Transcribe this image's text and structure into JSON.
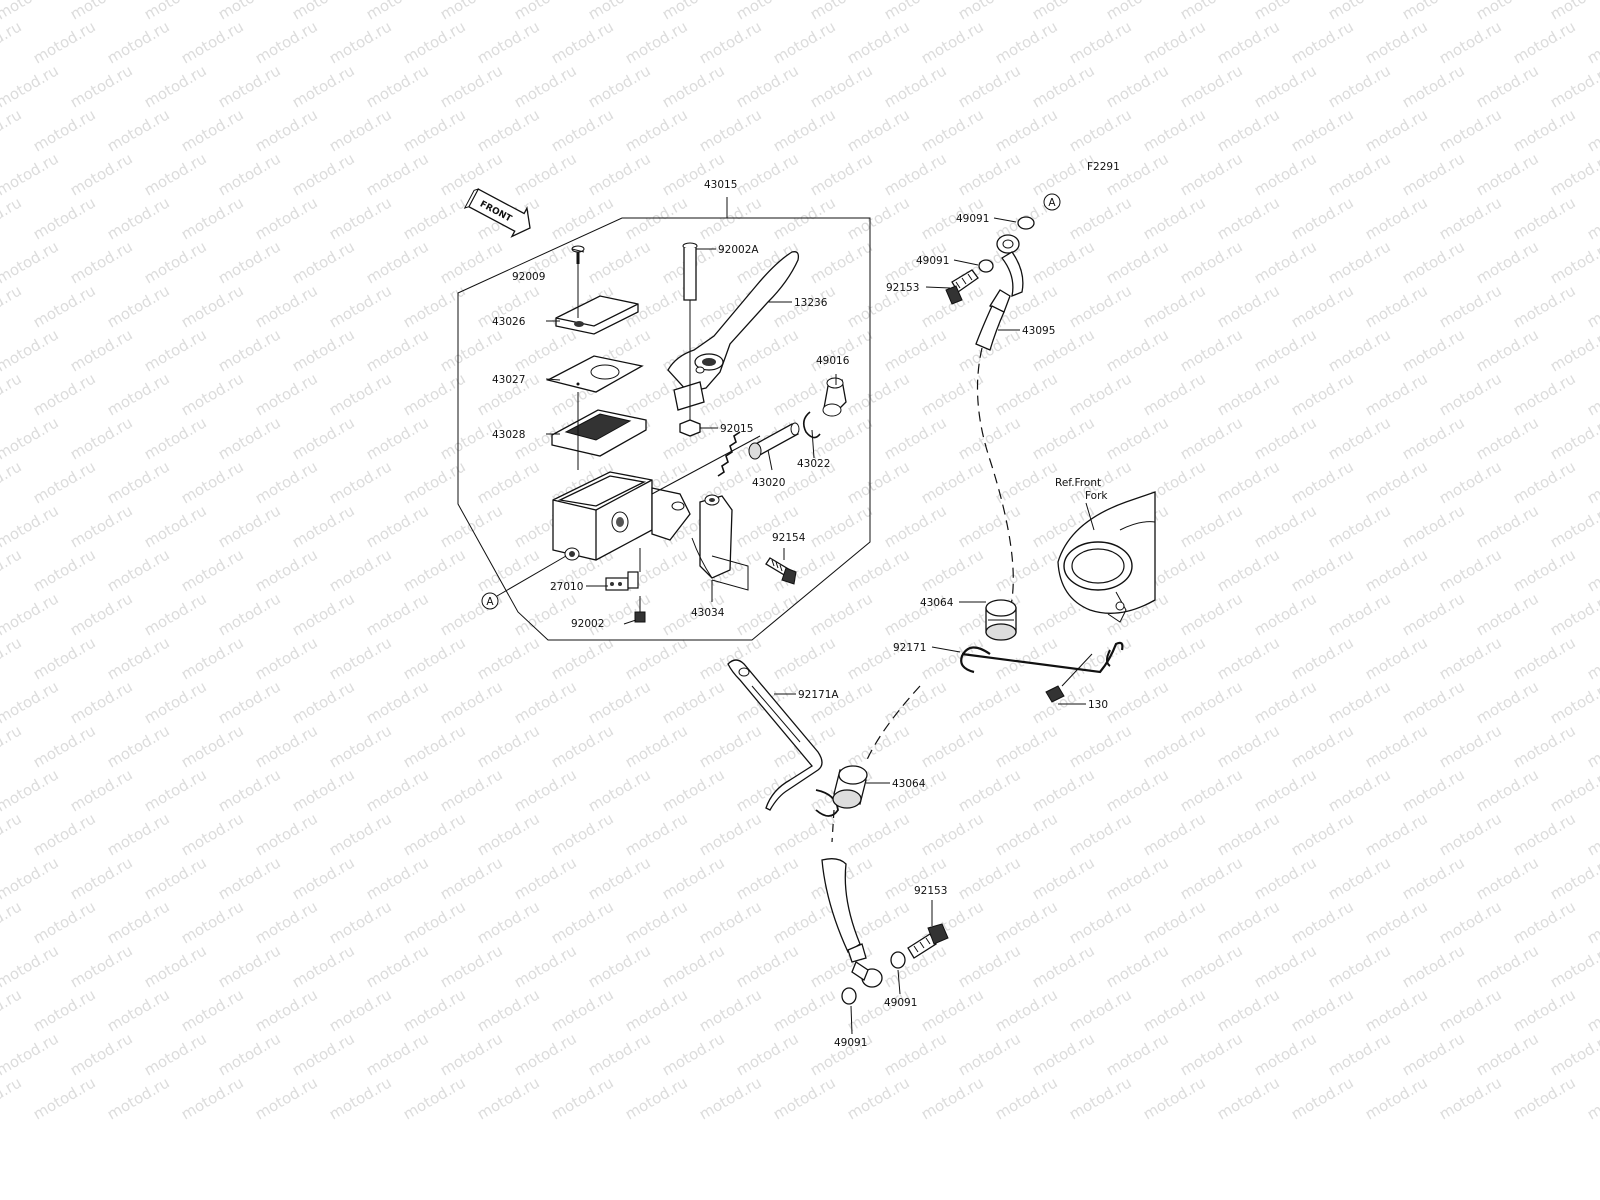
{
  "watermark": "motod.ru",
  "figure_code": "F2291",
  "front_arrow_label": "FRONT",
  "reference_text": [
    "Ref.Front",
    "Fork"
  ],
  "connector_marker": "A",
  "callouts": [
    {
      "id": "c-43015",
      "text": "43015"
    },
    {
      "id": "c-92002A",
      "text": "92002A"
    },
    {
      "id": "c-13236",
      "text": "13236"
    },
    {
      "id": "c-92009",
      "text": "92009"
    },
    {
      "id": "c-43026",
      "text": "43026"
    },
    {
      "id": "c-43027",
      "text": "43027"
    },
    {
      "id": "c-43028",
      "text": "43028"
    },
    {
      "id": "c-49016",
      "text": "49016"
    },
    {
      "id": "c-92015",
      "text": "92015"
    },
    {
      "id": "c-43022",
      "text": "43022"
    },
    {
      "id": "c-43020",
      "text": "43020"
    },
    {
      "id": "c-92154",
      "text": "92154"
    },
    {
      "id": "c-27010",
      "text": "27010"
    },
    {
      "id": "c-43034",
      "text": "43034"
    },
    {
      "id": "c-92002",
      "text": "92002"
    },
    {
      "id": "c-49091-a",
      "text": "49091"
    },
    {
      "id": "c-49091-b",
      "text": "49091"
    },
    {
      "id": "c-92153-a",
      "text": "92153"
    },
    {
      "id": "c-43095",
      "text": "43095"
    },
    {
      "id": "c-43064-a",
      "text": "43064"
    },
    {
      "id": "c-92171",
      "text": "92171"
    },
    {
      "id": "c-130",
      "text": "130"
    },
    {
      "id": "c-92171A",
      "text": "92171A"
    },
    {
      "id": "c-43064-b",
      "text": "43064"
    },
    {
      "id": "c-92153-b",
      "text": "92153"
    },
    {
      "id": "c-49091-c",
      "text": "49091"
    },
    {
      "id": "c-49091-d",
      "text": "49091"
    }
  ]
}
